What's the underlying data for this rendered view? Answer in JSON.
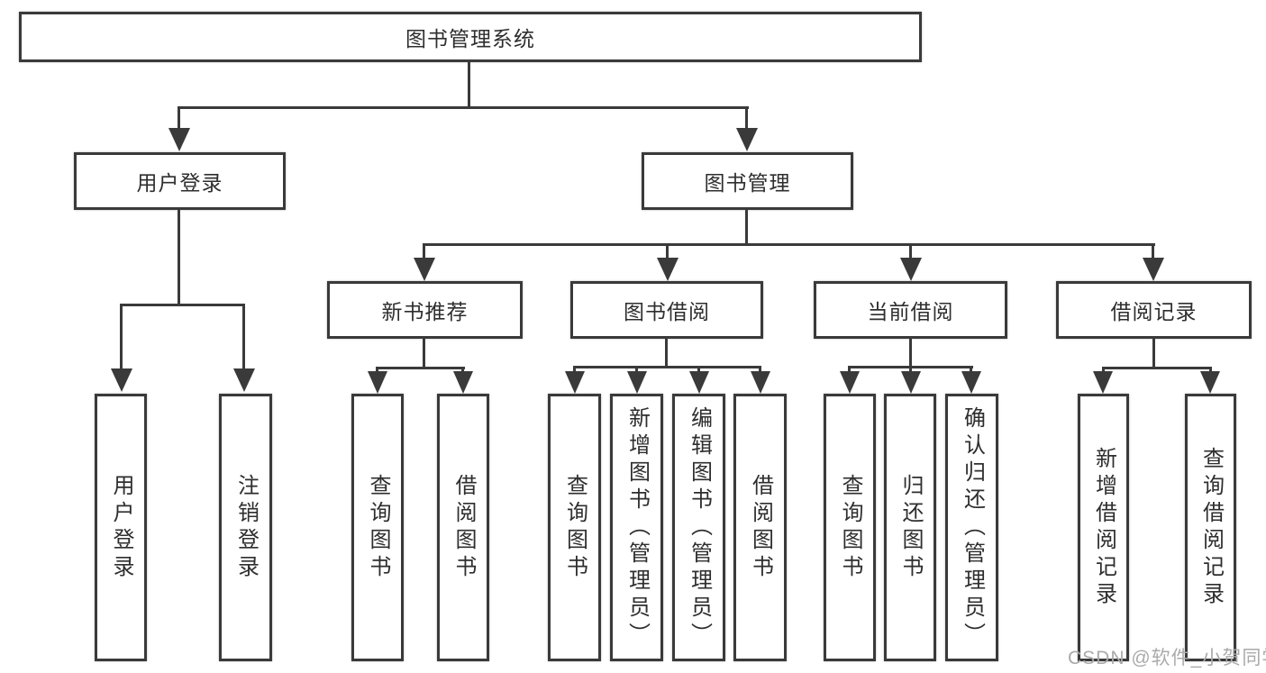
{
  "diagram": {
    "root": {
      "label": "图书管理系统"
    },
    "user_branch": {
      "label": "用户登录",
      "children": [
        {
          "label": "用户登录"
        },
        {
          "label": "注销登录"
        }
      ]
    },
    "mgmt_branch": {
      "label": "图书管理",
      "groups": [
        {
          "label": "新书推荐",
          "children": [
            {
              "label": "查询图书"
            },
            {
              "label": "借阅图书"
            }
          ]
        },
        {
          "label": "图书借阅",
          "children": [
            {
              "label": "查询图书"
            },
            {
              "label": "新增图书（管理员）"
            },
            {
              "label": "编辑图书（管理员）"
            },
            {
              "label": "借阅图书"
            }
          ]
        },
        {
          "label": "当前借阅",
          "children": [
            {
              "label": "查询图书"
            },
            {
              "label": "归还图书"
            },
            {
              "label": "确认归还（管理员）"
            }
          ]
        },
        {
          "label": "借阅记录",
          "children": [
            {
              "label": "新增借阅记录"
            },
            {
              "label": "查询借阅记录"
            }
          ]
        }
      ]
    },
    "watermark": "CSDN @软件_小贺同学",
    "colors": {
      "line": "#3a3a3a",
      "text": "#2e2e2e",
      "watermark": "#aaaaaa",
      "background": "#ffffff"
    }
  }
}
